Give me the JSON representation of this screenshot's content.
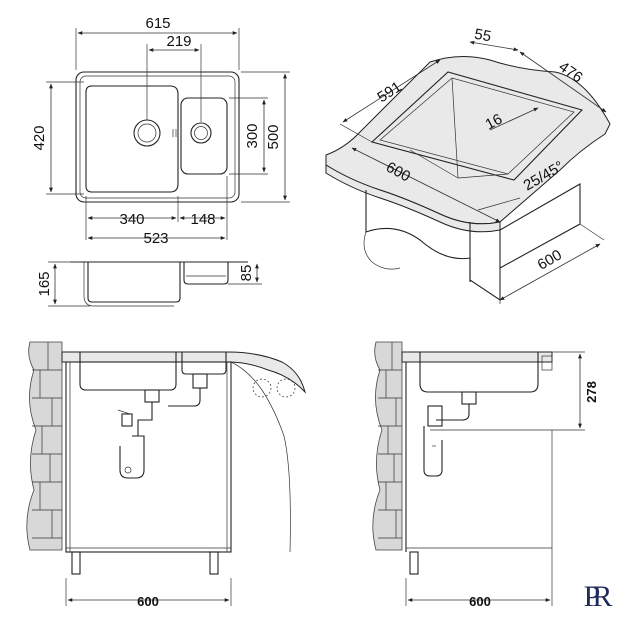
{
  "top_view": {
    "width_overall": "615",
    "bowl_offset": "219",
    "height_inner": "420",
    "height_overall": "500",
    "small_bowl_height": "300",
    "big_bowl_width": "340",
    "small_bowl_width": "148",
    "width_inner": "523"
  },
  "side_view": {
    "depth_total": "165",
    "depth_small": "85"
  },
  "iso_view": {
    "dim_55": "55",
    "dim_591": "591",
    "dim_476": "476",
    "dim_16": "16",
    "dim_600_front": "600",
    "dim_radius": "25/45°",
    "dim_600_side": "600"
  },
  "front_install": {
    "width": "600"
  },
  "side_install": {
    "height": "278",
    "width": "600"
  },
  "logo": {
    "text": "PR"
  }
}
